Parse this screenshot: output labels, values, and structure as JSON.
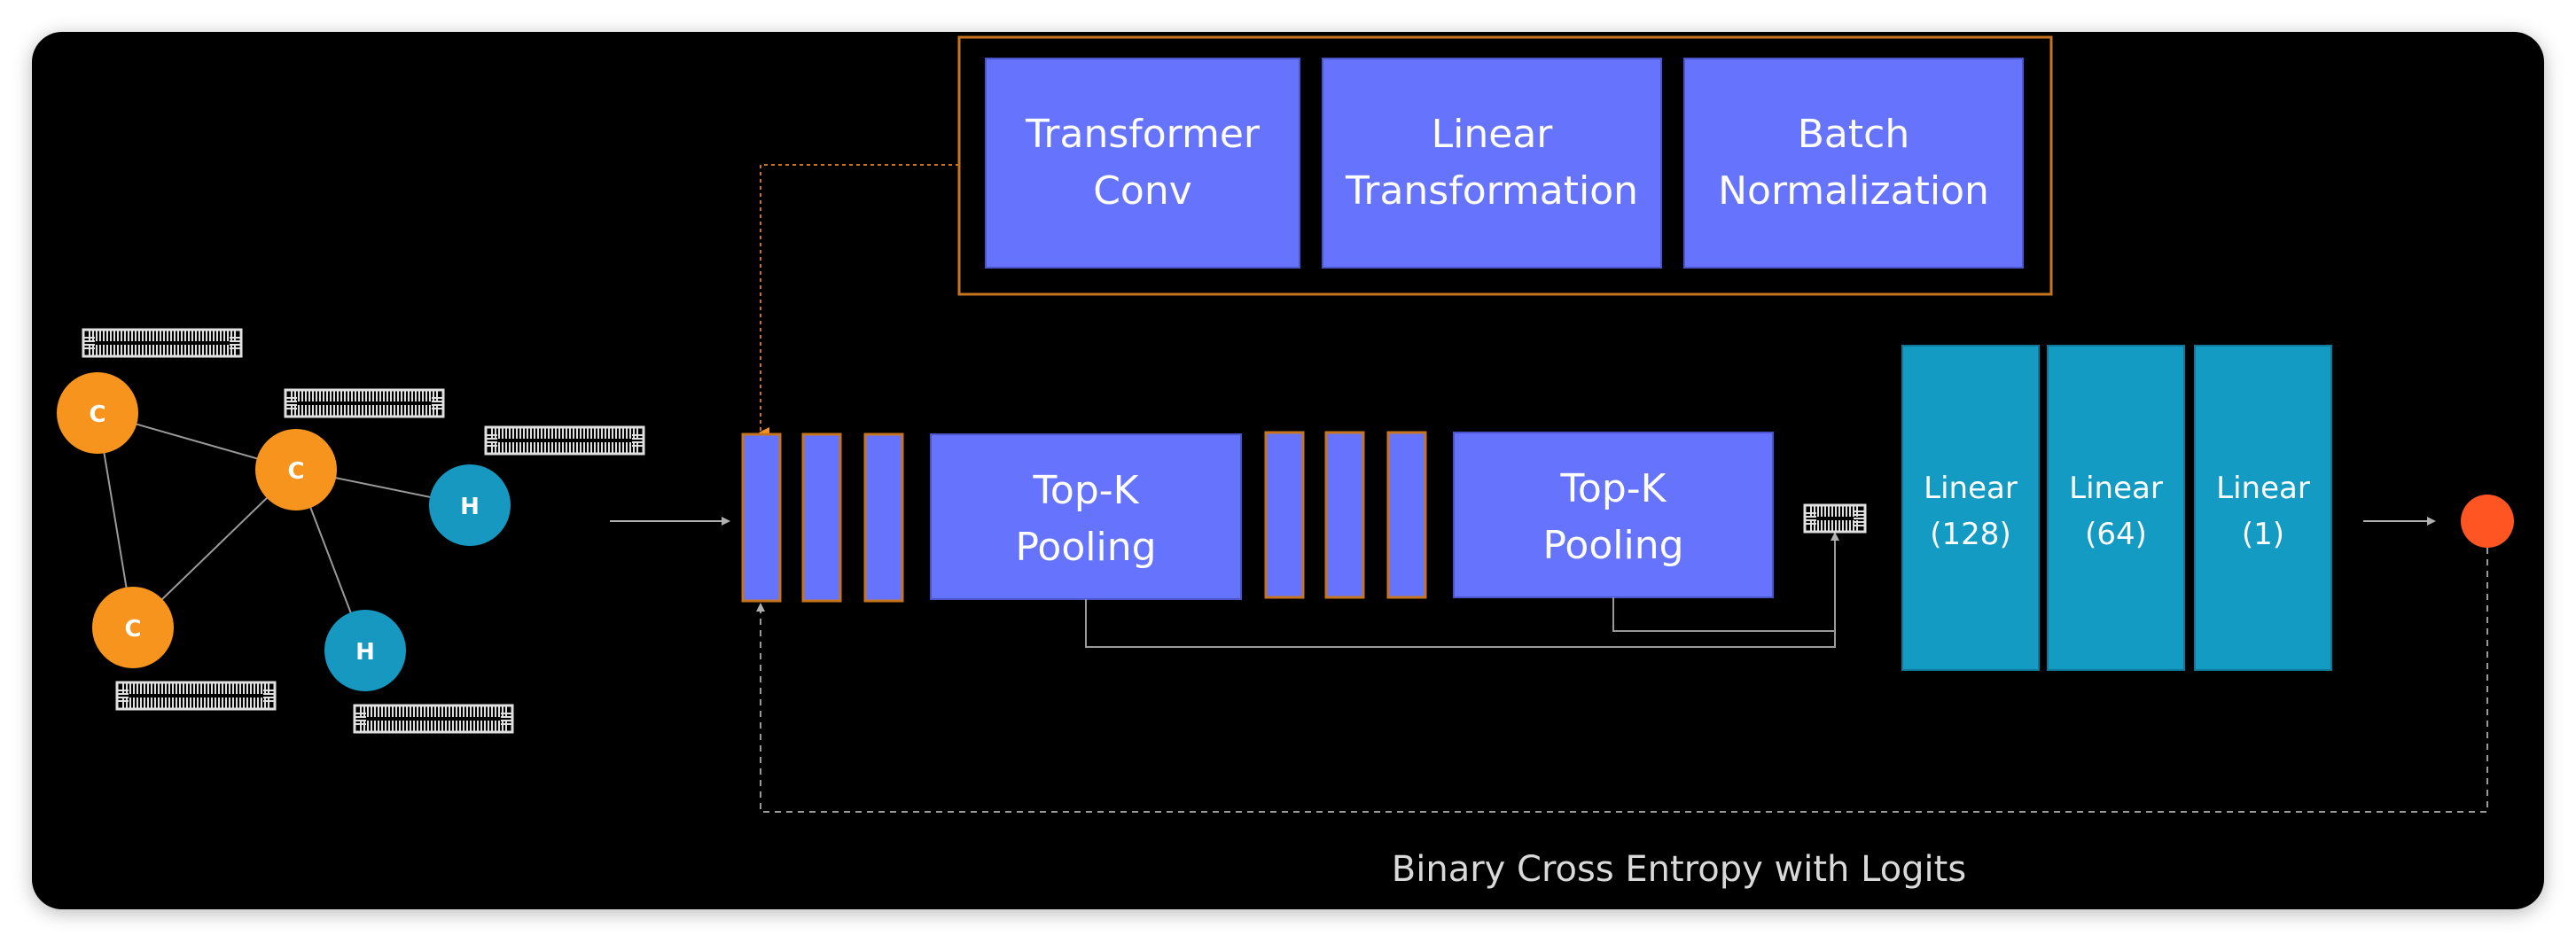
{
  "colors": {
    "background": "#000000",
    "block_purple": "#6673fd",
    "block_teal": "#149bc3",
    "border_orange": "#c7741f",
    "carbon_node": "#f7941d",
    "hydrogen_node": "#1798c1",
    "output_node": "#ff5522",
    "line_gray": "#9a9a9a",
    "text_white": "#ffffff",
    "caption_gray": "#d9d9d9"
  },
  "molecule": {
    "nodes": [
      {
        "label": "C",
        "type": "carbon"
      },
      {
        "label": "C",
        "type": "carbon"
      },
      {
        "label": "C",
        "type": "carbon"
      },
      {
        "label": "H",
        "type": "hydrogen"
      },
      {
        "label": "H",
        "type": "hydrogen"
      }
    ],
    "edges": [
      [
        0,
        1
      ],
      [
        0,
        2
      ],
      [
        1,
        2
      ],
      [
        1,
        3
      ],
      [
        1,
        4
      ]
    ]
  },
  "conv_layer": {
    "items": [
      {
        "line1": "Transformer",
        "line2": "Conv"
      },
      {
        "line1": "Linear",
        "line2": "Transformation"
      },
      {
        "line1": "Batch",
        "line2": "Normalization"
      }
    ]
  },
  "pooling": [
    {
      "line1": "Top-K",
      "line2": "Pooling"
    },
    {
      "line1": "Top-K",
      "line2": "Pooling"
    }
  ],
  "linear_layers": [
    {
      "line1": "Linear",
      "line2": "(128)"
    },
    {
      "line1": "Linear",
      "line2": "(64)"
    },
    {
      "line1": "Linear",
      "line2": "(1)"
    }
  ],
  "loss_label": "Binary Cross Entropy with Logits"
}
